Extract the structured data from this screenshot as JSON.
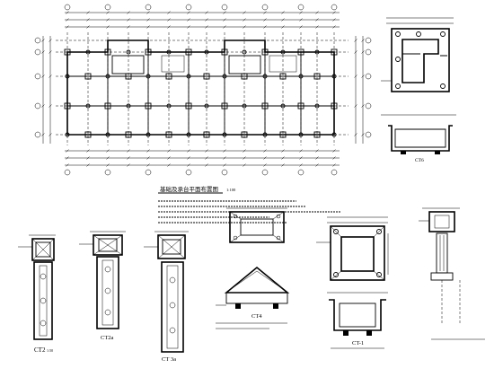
{
  "plan": {
    "title": "基础及承台平面布置图",
    "scale": "1:100"
  },
  "details": {
    "ct6": "CT6",
    "ct2": "CT2",
    "ct2a": "CT2a",
    "ct3": "CT 3a",
    "ct4": "CT4",
    "ct1": "CT-1",
    "s150": "1:50"
  }
}
